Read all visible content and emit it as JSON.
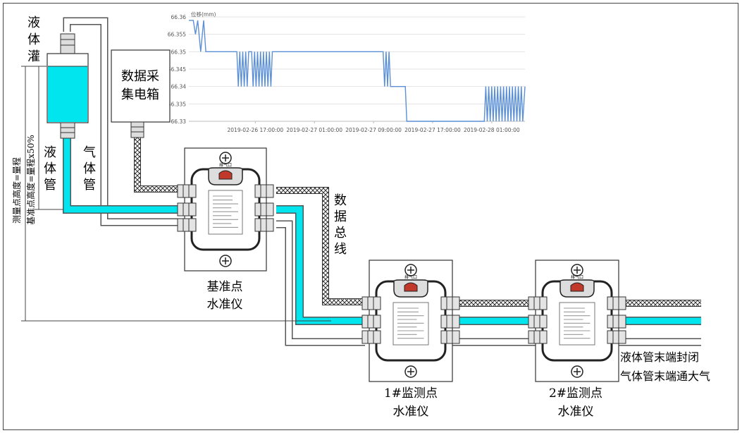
{
  "labels": {
    "tank": "液体灌",
    "collector": "数据采集电箱",
    "liquid_pipe": "液体管",
    "gas_pipe": "气体管",
    "bus": "数据总线",
    "reference_height": "基准点高度=量程x50%",
    "measure_height": "测量点高度=量程",
    "reference_instrument": "基准点水准仪",
    "monitor1": "1#监测点水准仪",
    "monitor2": "2#监测点水准仪",
    "end_note_liquid": "液体管末端封闭",
    "end_note_gas": "气体管末端通大气",
    "vent_label": "排气口"
  },
  "colors": {
    "liquid": "#00e5ee",
    "chart_line": "#5b8fd6",
    "box_stroke": "#000000"
  },
  "chart_data": {
    "type": "line",
    "title": "",
    "ylabel": "位移(mm)",
    "xlabel": "",
    "ylim": [
      66.33,
      66.36
    ],
    "yticks": [
      "66.36",
      "66.355",
      "66.35",
      "66.345",
      "66.34",
      "66.335",
      "66.33"
    ],
    "xticks": [
      "2019-02-26 17:00:00",
      "2019-02-27 01:00:00",
      "2019-02-27 09:00:00",
      "2019-02-27 17:00:00",
      "2019-02-28 01:00:00"
    ],
    "xtick_hours": [
      17,
      25,
      33,
      41,
      49
    ],
    "xlim_hours": [
      8,
      53.5
    ],
    "grid": true,
    "series": [
      {
        "values": [
          [
            8.0,
            66.359
          ],
          [
            8.6,
            66.359
          ],
          [
            8.9,
            66.355
          ],
          [
            9.2,
            66.359
          ],
          [
            9.6,
            66.35
          ],
          [
            10.0,
            66.359
          ],
          [
            10.3,
            66.35
          ],
          [
            10.6,
            66.35
          ],
          [
            14.5,
            66.35
          ],
          [
            14.7,
            66.34
          ],
          [
            14.9,
            66.35
          ],
          [
            15.1,
            66.34
          ],
          [
            15.3,
            66.35
          ],
          [
            15.5,
            66.34
          ],
          [
            15.7,
            66.35
          ],
          [
            15.9,
            66.34
          ],
          [
            16.1,
            66.35
          ],
          [
            16.5,
            66.35
          ],
          [
            16.7,
            66.34
          ],
          [
            16.9,
            66.35
          ],
          [
            17.1,
            66.34
          ],
          [
            17.3,
            66.35
          ],
          [
            17.5,
            66.34
          ],
          [
            17.7,
            66.35
          ],
          [
            17.9,
            66.34
          ],
          [
            18.1,
            66.35
          ],
          [
            18.3,
            66.34
          ],
          [
            18.5,
            66.35
          ],
          [
            18.7,
            66.34
          ],
          [
            18.9,
            66.35
          ],
          [
            19.1,
            66.34
          ],
          [
            19.3,
            66.35
          ],
          [
            34.3,
            66.35
          ],
          [
            34.5,
            66.34
          ],
          [
            34.7,
            66.35
          ],
          [
            34.9,
            66.34
          ],
          [
            35.1,
            66.35
          ],
          [
            35.3,
            66.34
          ],
          [
            37.3,
            66.34
          ],
          [
            37.5,
            66.33
          ],
          [
            48.0,
            66.33
          ],
          [
            48.2,
            66.34
          ],
          [
            48.4,
            66.33
          ],
          [
            48.6,
            66.34
          ],
          [
            48.8,
            66.33
          ],
          [
            49.0,
            66.34
          ],
          [
            49.2,
            66.33
          ],
          [
            49.4,
            66.34
          ],
          [
            49.6,
            66.33
          ],
          [
            49.8,
            66.34
          ],
          [
            50.0,
            66.33
          ],
          [
            50.2,
            66.34
          ],
          [
            50.4,
            66.33
          ],
          [
            50.6,
            66.34
          ],
          [
            50.8,
            66.33
          ],
          [
            51.0,
            66.34
          ],
          [
            51.2,
            66.33
          ],
          [
            51.4,
            66.34
          ],
          [
            51.6,
            66.33
          ],
          [
            51.8,
            66.34
          ],
          [
            52.0,
            66.33
          ],
          [
            52.2,
            66.34
          ],
          [
            52.4,
            66.33
          ],
          [
            52.6,
            66.34
          ],
          [
            52.8,
            66.33
          ],
          [
            53.0,
            66.34
          ],
          [
            53.2,
            66.33
          ],
          [
            53.5,
            66.34
          ]
        ]
      }
    ]
  }
}
